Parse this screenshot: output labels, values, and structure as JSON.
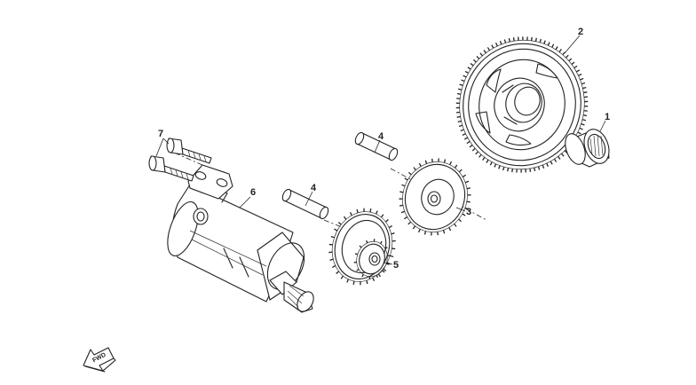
{
  "callouts": {
    "c1": "1",
    "c2": "2",
    "c3": "3",
    "c4a": "4",
    "c4b": "4",
    "c5": "5",
    "c6": "6",
    "c7": "7"
  },
  "direction_arrow": {
    "label": "FWD",
    "icon": "forward-direction-arrow-icon"
  },
  "colors": {
    "line": "#222222",
    "background": "#ffffff"
  }
}
